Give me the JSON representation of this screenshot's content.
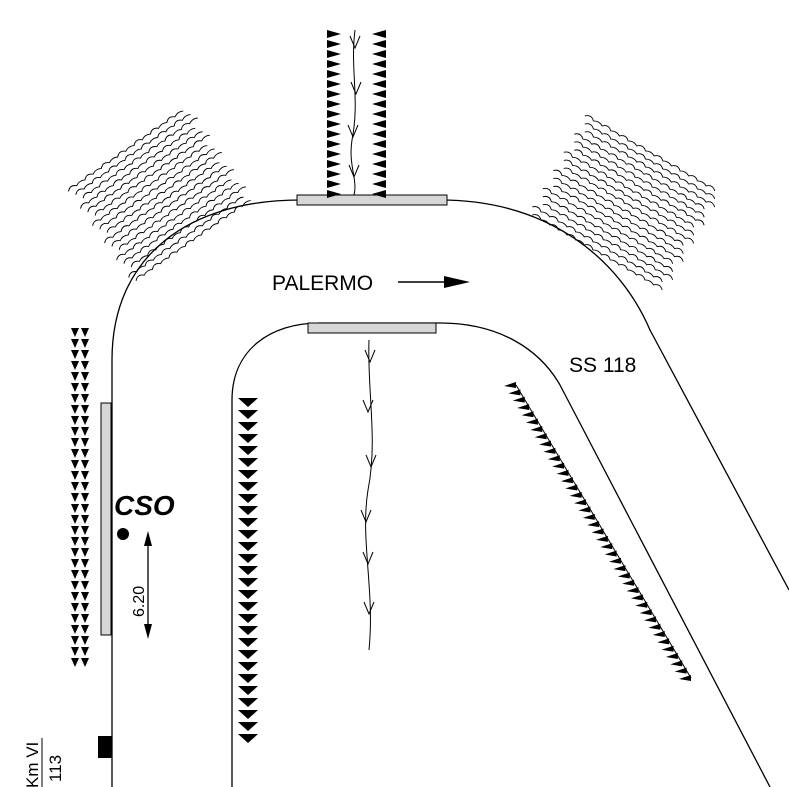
{
  "map": {
    "direction_label": "PALERMO",
    "road_label": "SS 118",
    "site_label": "CSO",
    "distance_label": "6.20",
    "milestone": {
      "top": "Km VI",
      "bottom": "113"
    }
  }
}
